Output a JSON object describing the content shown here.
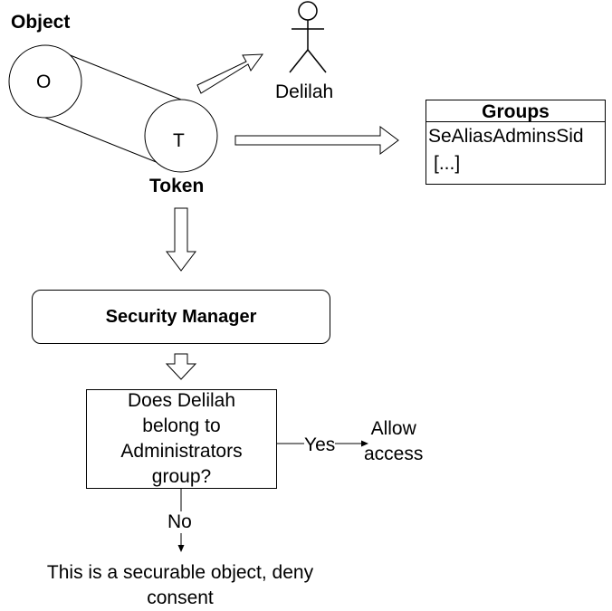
{
  "object_label": "Object",
  "object_circle_letter": "O",
  "token_circle_letter": "T",
  "token_label": "Token",
  "user": {
    "name": "Delilah"
  },
  "groups": {
    "title": "Groups",
    "items": [
      "SeAliasAdminsSid",
      "[...]"
    ]
  },
  "security_manager": "Security Manager",
  "decision": {
    "question": "Does Delilah\nbelong to\nAdministrators\ngroup?",
    "yes_label": "Yes",
    "yes_outcome": "Allow\naccess",
    "no_label": "No",
    "no_outcome": "This is a securable object, deny\nconsent"
  }
}
